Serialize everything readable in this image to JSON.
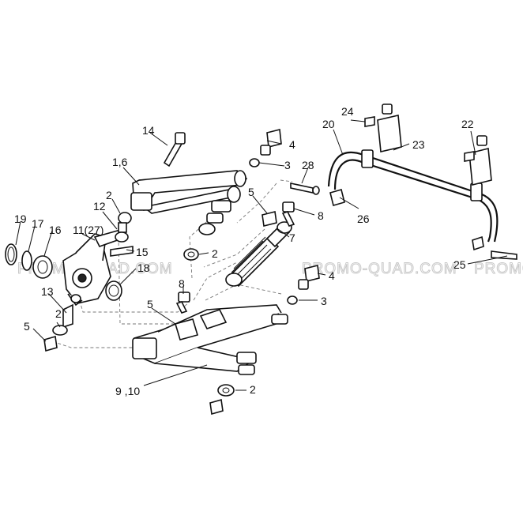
{
  "watermark": {
    "text_left": "PROMO-QUAD.COM",
    "text_right": "PROMO-QUAD.COM",
    "text_far_right": "PROMO"
  },
  "labels": {
    "l14": "14",
    "l4a": "4",
    "l16a": "1,6",
    "l3a": "3",
    "l28": "28",
    "l2a": "2",
    "l12": "12",
    "l5a": "5",
    "l8a": "8",
    "l19": "19",
    "l17": "17",
    "l16": "16",
    "l11": "11(27)",
    "l15": "15",
    "l2b": "2",
    "l7": "7",
    "l18": "18",
    "l13": "13",
    "l8b": "8",
    "l4b": "4",
    "l3b": "3",
    "l2c": "2",
    "l5b": "5",
    "l5c": "5",
    "l910": "9 ,10",
    "l2d": "2",
    "l20": "20",
    "l24": "24",
    "l23": "23",
    "l22": "22",
    "l26": "26",
    "l25": "25"
  }
}
